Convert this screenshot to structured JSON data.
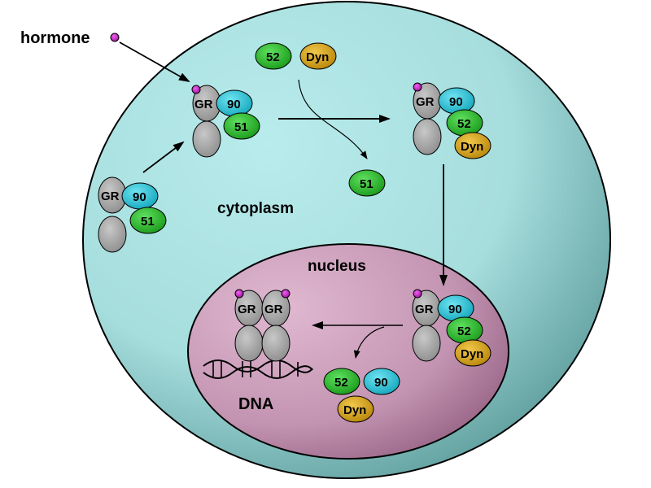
{
  "labels": {
    "hormone": "hormone",
    "cytoplasm": "cytoplasm",
    "nucleus": "nucleus",
    "dna": "DNA"
  },
  "proteins": {
    "gr": "GR",
    "hsp90": "90",
    "p51": "51",
    "p52": "52",
    "dyn": "Dyn"
  },
  "colors": {
    "cytoplasm": "#aee3e3",
    "nucleus": "#c89bb8",
    "gr": "#a8a8a8",
    "hsp90": "#2ec4d8",
    "p51": "#2ab82a",
    "p52": "#2ab82a",
    "dyn": "#d4a017",
    "hormone": "#cc22cc"
  }
}
